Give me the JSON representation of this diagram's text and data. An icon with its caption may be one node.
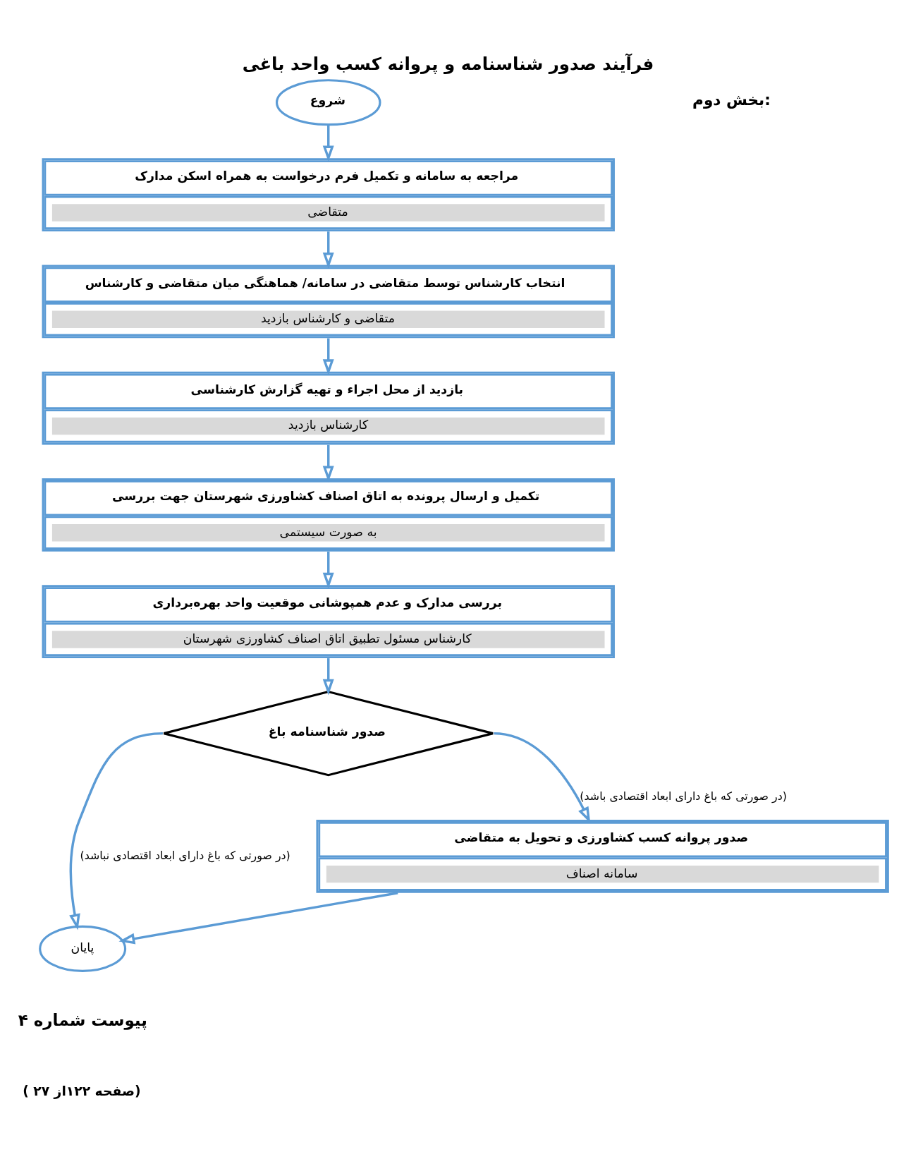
{
  "diagram": {
    "title": "فرآیند صدور شناسنامه و پروانه کسب واحد باغی",
    "caption": "پیوست شماره ۴",
    "nodes": [
      {
        "text": [
          "شروع"
        ]
      },
      {
        "text": [
          "مراجعه به سامانه و تکمیل فرم درخواست به همراه اسکن مدارک",
          "متقاضی"
        ]
      },
      {
        "text": [
          "انتخاب کارشناس توسط متقاضی در سامانه/ هماهنگی میان متقاضی و کارشناس",
          "متقاضی و کارشناس بازدید"
        ]
      },
      {
        "text": [
          "بازدید از محل اجراء و تهیه گزارش کارشناسی",
          "کارشناس بازدید"
        ]
      },
      {
        "text": [
          "تکمیل و ارسال پرونده به اتاق اصناف کشاورزی شهرستان جهت بررسی",
          "به صورت سیستمی"
        ]
      },
      {
        "text": [
          "بررسی مدارک و عدم همپوشانی موقعیت واحد بهره‌برداری",
          "کارشناس مسئول تطبیق اتاق اصناف کشاورزی شهرستان"
        ]
      },
      {
        "text": [
          "صدور شناسنامه باغ"
        ]
      },
      {
        "text": [
          "صدور پروانه کسب کشاورزی و تحویل به متقاضی",
          "سامانه اصناف"
        ]
      },
      {
        "text": [
          "پایان"
        ]
      }
    ],
    "edges": [
      {
        "from": 0,
        "to": 1,
        "arrow": "to"
      },
      {
        "from": 1,
        "to": 2,
        "arrow": "to"
      },
      {
        "from": 2,
        "to": 3,
        "arrow": "to"
      },
      {
        "from": 3,
        "to": 4,
        "arrow": "to"
      },
      {
        "from": 4,
        "to": 5,
        "arrow": "to"
      },
      {
        "from": 5,
        "to": 6,
        "arrow": "to"
      },
      {
        "from": 6,
        "to": 7,
        "arrow": "to",
        "label": "(در صورتی که باغ دارای ابعاد اقتصادی باشد)"
      },
      {
        "from": 6,
        "to": 8,
        "arrow": "to",
        "label": "(در صورتی که باغ دارای ابعاد اقتصادی نباشد)"
      },
      {
        "from": 7,
        "to": 8,
        "arrow": "to"
      }
    ],
    "labels": [
      "بخش دوم:",
      "( صفحه ۱۲۲از ۲۷)"
    ]
  }
}
